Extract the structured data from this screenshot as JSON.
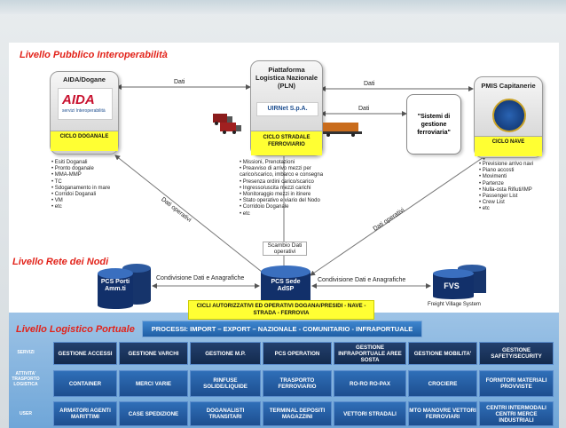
{
  "levels": {
    "public": "Livello Pubblico Interoperabilità",
    "nodes": "Livello Rete dei Nodi",
    "logistic": "Livello Logistico Portuale"
  },
  "aida": {
    "title": "AIDA/Dogane",
    "logo_main": "AIDA",
    "logo_sub": "servizi Interoperabilità",
    "cycle": "CICLO DOGANALE",
    "items": [
      "Esiti Doganali",
      "Pronto doganale",
      "MMA-MMP",
      "TC",
      "Sdoganamento in mare",
      "Corridoi Doganali",
      "VM",
      "etc"
    ]
  },
  "pln": {
    "title": "Piattaforma Logistica Nazionale (PLN)",
    "logo": "UIRNet S.p.A.",
    "cycle": "CICLO STRADALE FERROVIARIO",
    "items": [
      "Missioni, Prenotazioni",
      "Preavviso di arrivo mezzi per carico/scarico, imbarco e consegna",
      "Presenza ordini carico/scarico",
      "Ingresso/uscita mezzi carichi",
      "Monitoraggio mezzi in itinere",
      "Stato operativo e viario del Nodo",
      "Corridoio Doganale",
      "etc"
    ]
  },
  "railway": {
    "text": "\"Sistemi di gestione ferroviaria\""
  },
  "pmis": {
    "title": "PMIS Capitanerie",
    "cycle": "CICLO NAVE",
    "items": [
      "Previsione arrivo navi",
      "Piano accosti",
      "Movimenti",
      "Partenze",
      "Nulla-osta Rifiuti/IMP",
      "Passenger List",
      "Crew List",
      "etc"
    ]
  },
  "edges": {
    "dati_1": "Dati",
    "dati_2": "Dati",
    "dati_3": "Dati",
    "operativi_left": "Dati operativi",
    "operativi_right": "Dati operativi",
    "scambio": "Scambio Dati operativi",
    "condivisione_left": "Condivisione Dati e Anagrafiche",
    "condivisione_right": "Condivisione Dati e Anagrafiche"
  },
  "pcs_porti": "PCS Porti Amm.ti",
  "pcs_sede": "PCS Sede AdSP",
  "fvs": {
    "label": "FVS",
    "caption": "Freight Village System"
  },
  "cicli": "CICLI AUTORIZZATIVI ED OPERATIVI DOGANA/PRESIDI - NAVE - STRADA - FERROVIA",
  "process": "PROCESSI: IMPORT – EXPORT – NAZIONALE - COMUNITARIO - INFRAPORTUALE",
  "row_labels": [
    "SERVIZI",
    "ATTIVITA' TRASPORTO LOGISTICA",
    "USER"
  ],
  "grid": [
    [
      "GESTIONE ACCESSI",
      "GESTIONE VARCHI",
      "GESTIONE M.P.",
      "PCS OPERATION",
      "GESTIONE INFRAPORTUALE AREE SOSTA",
      "GESTIONE MOBILITA'",
      "GESTIONE SAFETY/SECURITY"
    ],
    [
      "CONTAINER",
      "MERCI VARIE",
      "RINFUSE SOLIDE/LIQUIDE",
      "TRASPORTO FERROVIARIO",
      "RO-RO RO-PAX",
      "CROCIERE",
      "FORNITORI MATERIALI PROVVISTE"
    ],
    [
      "ARMATORI AGENTI MARITTIMI",
      "CASE SPEDIZIONE",
      "DOGANALISTI TRANSITARI",
      "TERMINAL DEPOSITI MAGAZZINI",
      "VETTORI STRADALI",
      "MTO MANOVRE VETTORI FERROVIARI",
      "CENTRI INTERMODALI CENTRI MERCE INDUSTRIALI"
    ]
  ]
}
